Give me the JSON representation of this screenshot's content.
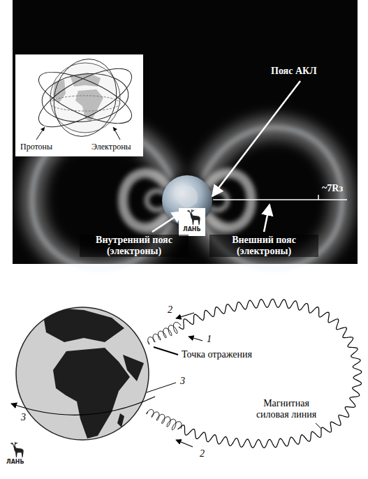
{
  "diagram": {
    "nodes": [
      {
        "text": [
          "Пояс АКЛ",
          "~7Rз",
          "Внутренний пояс (электроны)",
          "Внешний пояс (электроны)"
        ]
      },
      {
        "text": [
          "Протоны",
          "Электроны"
        ],
        "in": 0
      }
    ],
    "labels": [
      "ЛАНЬ",
      "2",
      "1",
      "Точка отражения",
      "3",
      "3",
      "2",
      "Магнитная силовая линия",
      "ЛАНЬ"
    ]
  }
}
